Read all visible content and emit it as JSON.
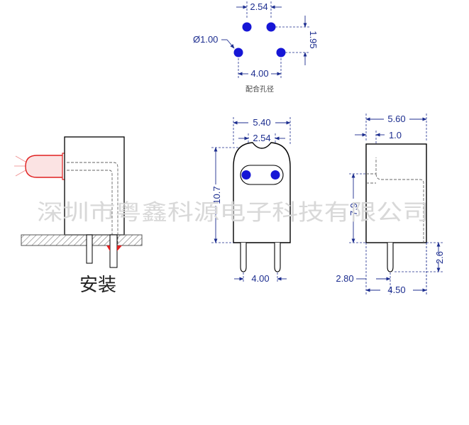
{
  "hole_pattern": {
    "pitch_label": "2.54",
    "diameter_label": "Ø1.00",
    "row_offset_label": "1.95",
    "outer_pitch_label": "4.00",
    "caption": "配合孔径"
  },
  "front_view": {
    "width_label": "5.40",
    "inner_pitch_label": "2.54",
    "height_label": "10.7",
    "lead_pitch_label": "4.00"
  },
  "side_view": {
    "width_label": "5.60",
    "offset_label": "1.0",
    "height_label": "7.9",
    "lead_length_label": "2.6",
    "left_offset_label": "2.80",
    "lead_offset_label": "4.50"
  },
  "install": {
    "caption": "安装"
  },
  "watermark": "深圳市粤鑫科源电子科技有限公司",
  "colors": {
    "dimension": "#1c2d8f",
    "hole": "#1616d6",
    "led": "#e02020",
    "outline": "#000000",
    "pcb_hatch": "#777777"
  }
}
